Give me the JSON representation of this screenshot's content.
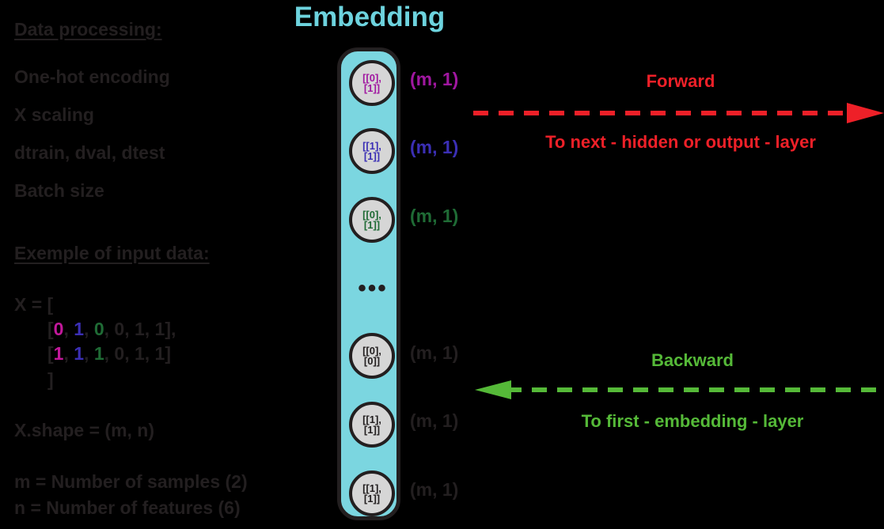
{
  "title": "Embedding",
  "colors": {
    "background": "#000000",
    "text_dark": "#231f20",
    "layer_fill": "#7bd6e0",
    "title_cyan": "#6dd3de",
    "node_fill": "#d6d6d6",
    "magenta": "#c2189b",
    "blue": "#3b2fb5",
    "green": "#1f6b35",
    "forward_red": "#ee2028",
    "backward_green": "#55b938"
  },
  "left_panel": {
    "heading_processing": "Data processing:",
    "processing_items": [
      "One-hot encoding",
      "X scaling",
      "dtrain, dval, dtest",
      "Batch size"
    ],
    "heading_example": "Exemple of input data:",
    "code": {
      "open": "X = [",
      "row1": {
        "prefix": "[",
        "d0": "0",
        "s0": ", ",
        "d1": "1",
        "s1": ", ",
        "d2": "0",
        "rest": ", 0, 1, 1],"
      },
      "row2": {
        "prefix": "[",
        "d0": "1",
        "s0": ", ",
        "d1": "1",
        "s1": ", ",
        "d2": "1",
        "rest": ", 0, 1, 1]"
      },
      "close": "]"
    },
    "shape_line": "X.shape = (m, n)",
    "legend_m": "m = Number of samples (2)",
    "legend_n": "n = Number of features  (6)"
  },
  "layer": {
    "nodes": [
      {
        "top": "[[0],",
        "bottom": "[1]]",
        "color_class": "c-m"
      },
      {
        "top": "[[1],",
        "bottom": "[1]]",
        "color_class": "c-b"
      },
      {
        "top": "[[0],",
        "bottom": "[1]]",
        "color_class": "c-g"
      },
      {
        "top": "[[0],",
        "bottom": "[0]]",
        "color_class": ""
      },
      {
        "top": "[[1],",
        "bottom": "[1]]",
        "color_class": ""
      },
      {
        "top": "[[1],",
        "bottom": "[1]]",
        "color_class": ""
      }
    ],
    "ellipsis": "•••",
    "shape_labels": [
      {
        "text": "(m, 1)",
        "color": "#a017a0"
      },
      {
        "text": "(m, 1)",
        "color": "#3b2fb5"
      },
      {
        "text": "(m, 1)",
        "color": "#1f6b35"
      },
      {
        "text": "(m, 1)",
        "color": "#231f20"
      },
      {
        "text": "(m, 1)",
        "color": "#231f20"
      },
      {
        "text": "(m, 1)",
        "color": "#231f20"
      }
    ]
  },
  "flows": {
    "forward": {
      "title": "Forward",
      "subtitle": "To next - hidden or output - layer",
      "color": "#ee2028",
      "direction": "right"
    },
    "backward": {
      "title": "Backward",
      "subtitle": "To first - embedding - layer",
      "color": "#55b938",
      "direction": "left"
    }
  }
}
